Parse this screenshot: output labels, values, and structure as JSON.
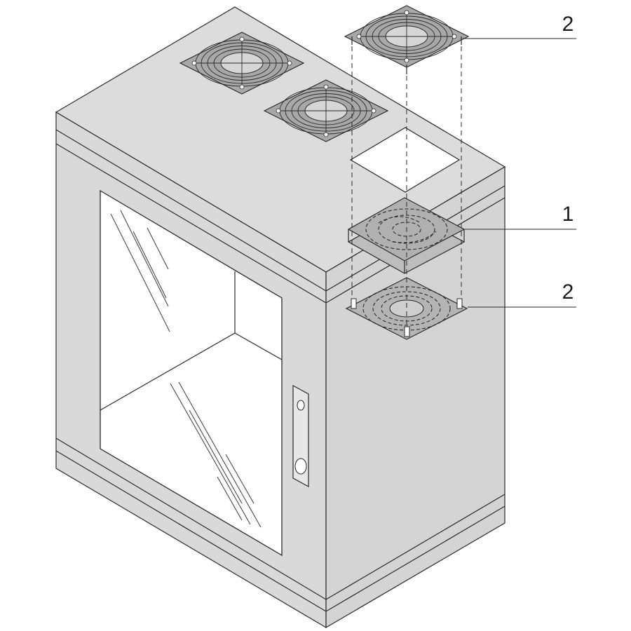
{
  "figure": {
    "callouts": [
      {
        "id": "callout-2-top",
        "label": "2"
      },
      {
        "id": "callout-1",
        "label": "1"
      },
      {
        "id": "callout-2-bottom",
        "label": "2"
      }
    ]
  }
}
